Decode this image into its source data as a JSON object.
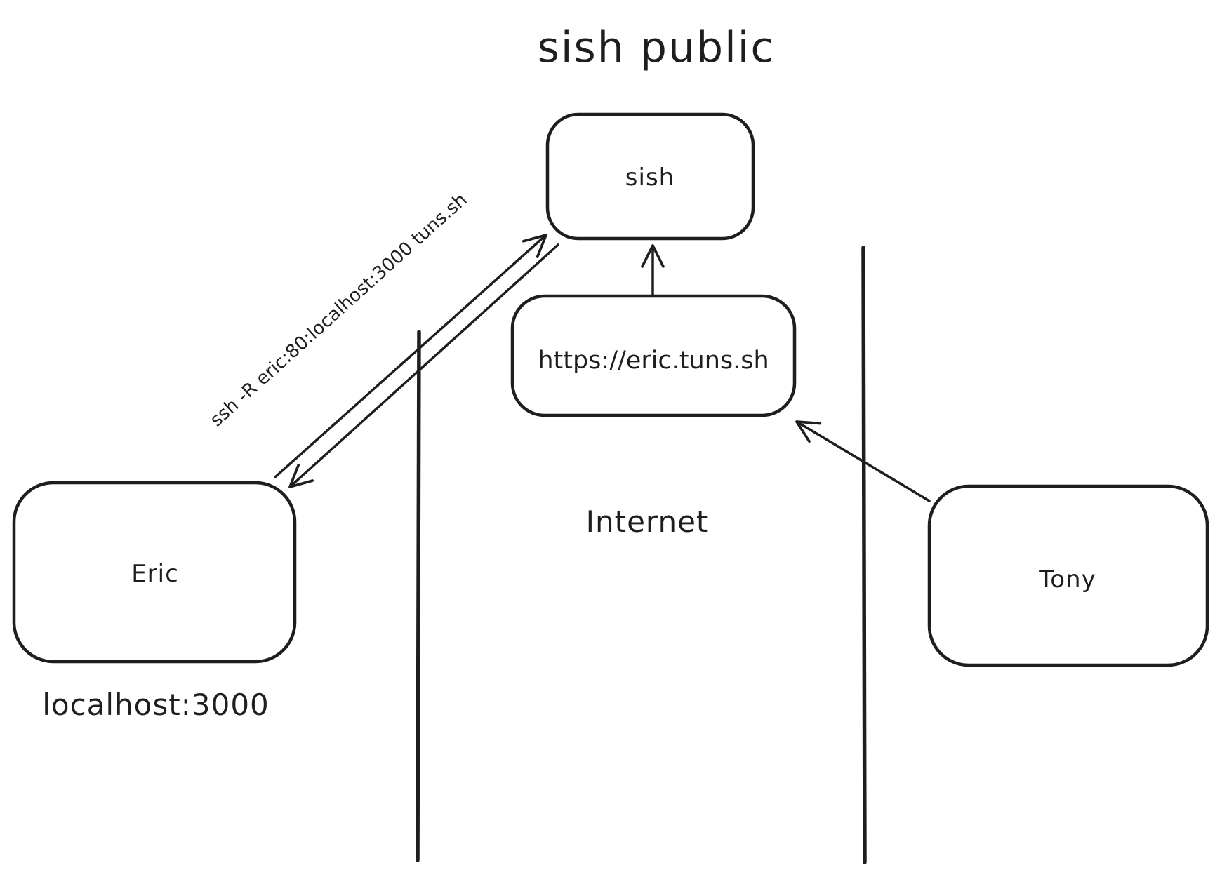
{
  "title": "sish public",
  "nodes": {
    "sish": {
      "label": "sish"
    },
    "url": {
      "label": "https://eric.tuns.sh"
    },
    "eric": {
      "label": "Eric",
      "sublabel": "localhost:3000"
    },
    "tony": {
      "label": "Tony"
    }
  },
  "labels": {
    "internet": "Internet",
    "ssh_command": "ssh -R eric:80:localhost:3000 tuns.sh"
  },
  "colors": {
    "stroke": "#1e1e1e",
    "background": "#ffffff"
  }
}
